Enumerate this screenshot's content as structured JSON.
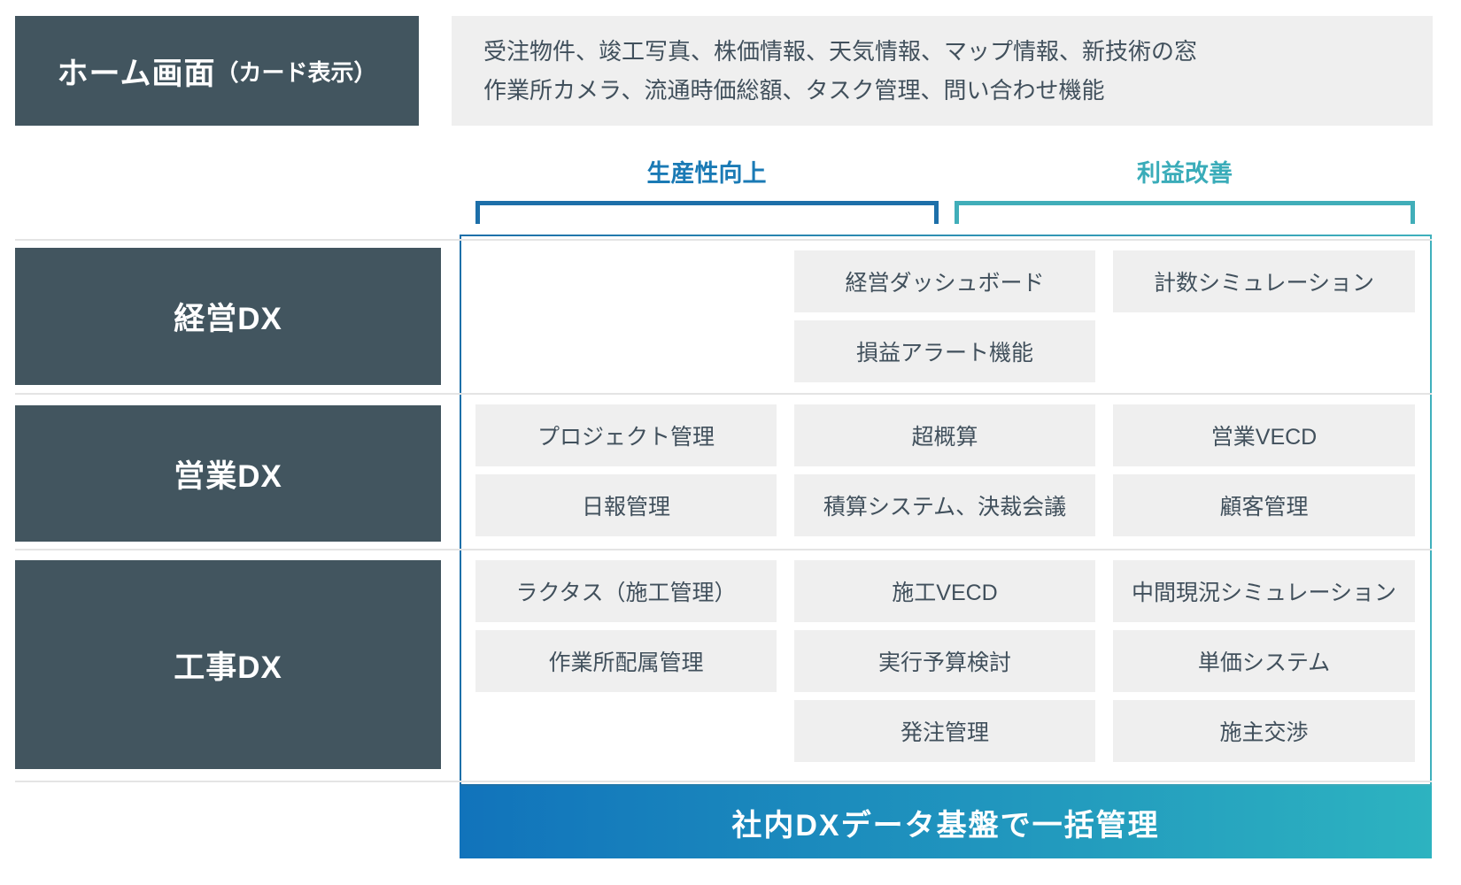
{
  "home": {
    "title_main": "ホーム画面",
    "title_sub": "（カード表示）",
    "features_line1": "受注物件、竣工写真、株価情報、天気情報、マップ情報、新技術の窓",
    "features_line2": "作業所カメラ、流通時価総額、タスク管理、問い合わせ機能"
  },
  "groups": {
    "productivity_label": "生産性向上",
    "profit_label": "利益改善"
  },
  "row_labels": {
    "management": "経営DX",
    "sales": "営業DX",
    "construction": "工事DX"
  },
  "cells": [
    {
      "label": "経営ダッシュボード",
      "section": "経営DX",
      "group": "生産性向上"
    },
    {
      "label": "計数シミュレーション",
      "section": "経営DX",
      "group": "利益改善"
    },
    {
      "label": "損益アラート機能",
      "section": "経営DX",
      "group": "生産性向上"
    },
    {
      "label": "プロジェクト管理",
      "section": "営業DX",
      "group": "生産性向上"
    },
    {
      "label": "超概算",
      "section": "営業DX",
      "group": "生産性向上"
    },
    {
      "label": "営業VECD",
      "section": "営業DX",
      "group": "利益改善"
    },
    {
      "label": "日報管理",
      "section": "営業DX",
      "group": "生産性向上"
    },
    {
      "label": "積算システム、決裁会議",
      "section": "営業DX",
      "group": "生産性向上"
    },
    {
      "label": "顧客管理",
      "section": "営業DX",
      "group": "利益改善"
    },
    {
      "label": "ラクタス（施工管理）",
      "section": "工事DX",
      "group": "生産性向上"
    },
    {
      "label": "施工VECD",
      "section": "工事DX",
      "group": "生産性向上"
    },
    {
      "label": "中間現況シミュレーション",
      "section": "工事DX",
      "group": "利益改善"
    },
    {
      "label": "作業所配属管理",
      "section": "工事DX",
      "group": "生産性向上"
    },
    {
      "label": "実行予算検討",
      "section": "工事DX",
      "group": "生産性向上"
    },
    {
      "label": "単価システム",
      "section": "工事DX",
      "group": "利益改善"
    },
    {
      "label": "発注管理",
      "section": "工事DX",
      "group": "生産性向上"
    },
    {
      "label": "施主交渉",
      "section": "工事DX",
      "group": "利益改善"
    }
  ],
  "footer": {
    "label": "社内DXデータ基盤で一括管理"
  },
  "colors": {
    "dark_slate": "#42555f",
    "light_gray_cell": "#efefef",
    "text_dark": "#41505c",
    "blue_accent": "#1d6fa9",
    "teal_accent": "#3fb0bc",
    "footer_gradient_left": "#1173bb",
    "footer_gradient_right": "#2db3c0"
  }
}
